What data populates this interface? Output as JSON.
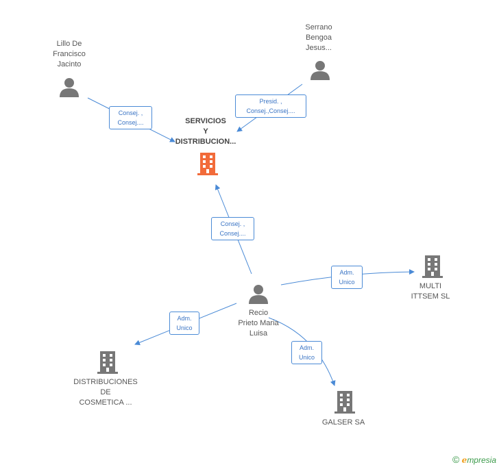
{
  "nodes": {
    "lillo": {
      "label": "Lillo De\nFrancisco\nJacinto"
    },
    "serrano": {
      "label": "Serrano\nBengoa\nJesus..."
    },
    "servicios": {
      "label": "SERVICIOS\nY\nDISTRIBUCION..."
    },
    "recio": {
      "label": "Recio\nPrieto Maria\nLuisa"
    },
    "multi": {
      "label": "MULTI\nITTSEM SL"
    },
    "distribuciones": {
      "label": "DISTRIBUCIONES\nDE\nCOSMETICA ..."
    },
    "galser": {
      "label": "GALSER SA"
    }
  },
  "edges": {
    "lillo_servicios": "Consej. ,\nConsej....",
    "serrano_servicios": "Presid. ,\nConsej.,Consej....",
    "recio_servicios": "Consej. ,\nConsej....",
    "recio_multi": "Adm.\nUnico",
    "recio_distribuciones": "Adm.\nUnico",
    "recio_galser": "Adm.\nUnico"
  },
  "colors": {
    "accent": "#4a8ad6",
    "main_company": "#f26b3a",
    "company": "#777777",
    "person": "#777777"
  },
  "footer": {
    "copyright": "©",
    "brand_e": "e",
    "brand_rest": "mpresia"
  }
}
